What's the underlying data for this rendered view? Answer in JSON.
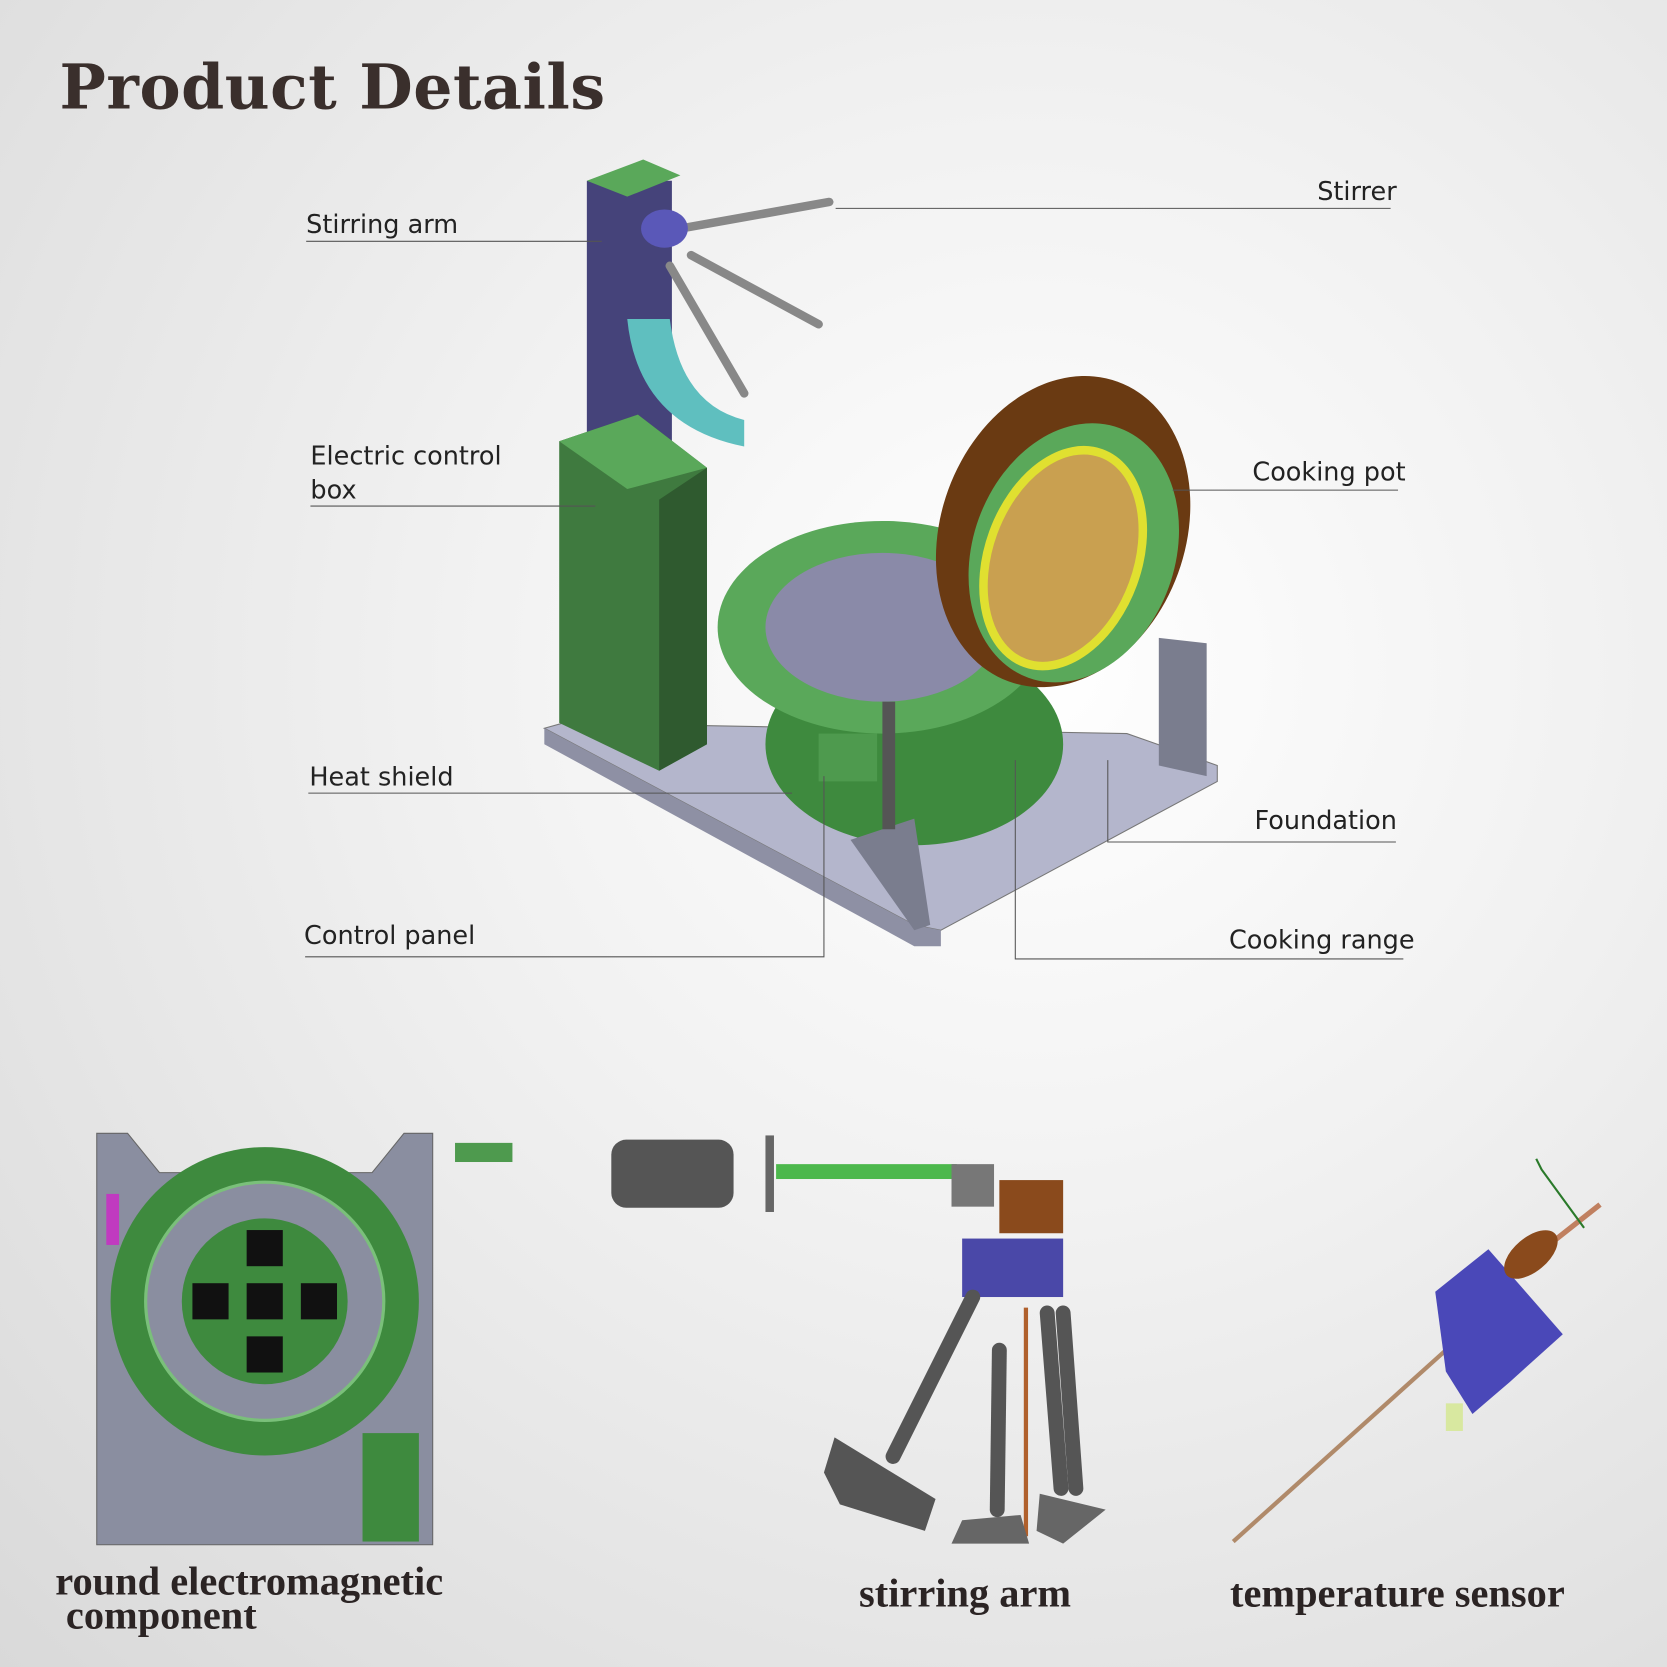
{
  "title": "Product Details",
  "callouts": {
    "stirring_arm": "Stirring arm",
    "stirrer": "Stirrer",
    "electric_control_box_1": "Electric control",
    "electric_control_box_2": "box",
    "cooking_pot": "Cooking pot",
    "heat_shield": "Heat shield",
    "foundation": "Foundation",
    "control_panel": "Control panel",
    "cooking_range": "Cooking range"
  },
  "captions": {
    "electromagnetic_1": "round electromagnetic",
    "electromagnetic_2": "component",
    "stirring_arm": "stirring arm",
    "temperature_sensor": "temperature sensor"
  },
  "colors": {
    "green": "#4e9a4e",
    "purple": "#47458a",
    "gray": "#8a8ea0",
    "copper": "#8a4a1c",
    "yellow": "#e0e030"
  }
}
